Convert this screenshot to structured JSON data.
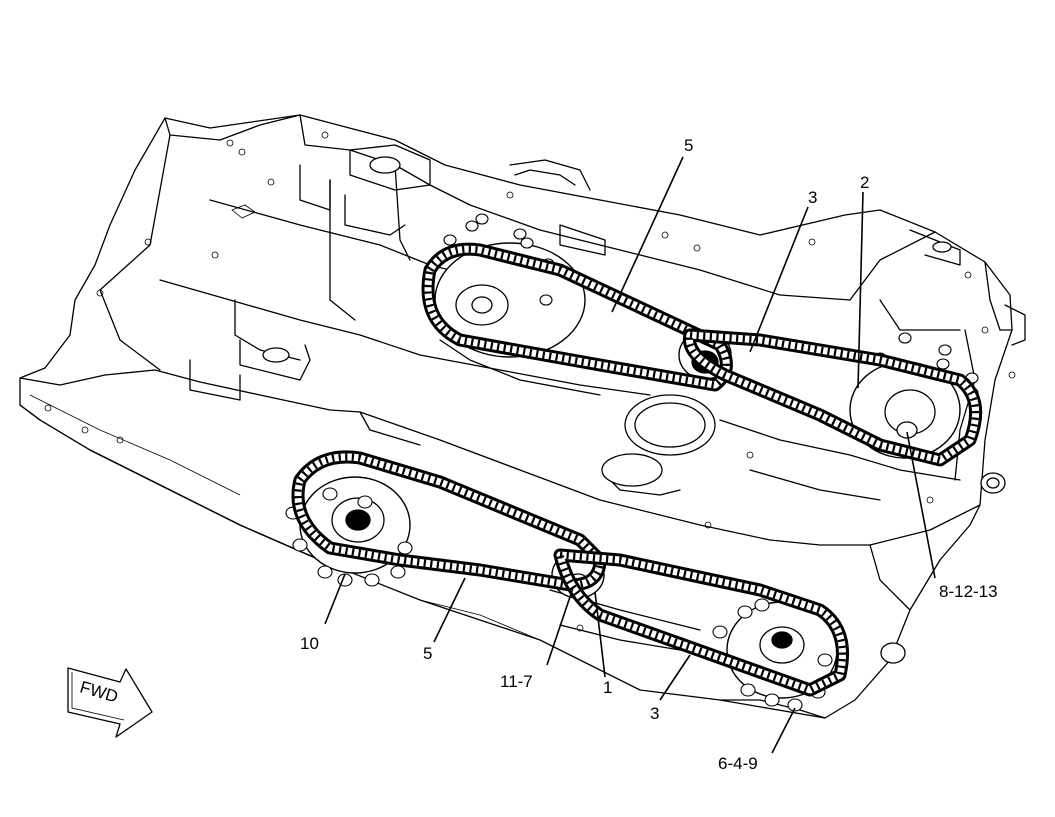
{
  "callouts": {
    "c5_top": "5",
    "c3_top": "3",
    "c2": "2",
    "c8_12_13": "8-12-13",
    "c10": "10",
    "c5_bottom": "5",
    "c11_7": "11-7",
    "c1": "1",
    "c3_bottom": "3",
    "c6_4_9": "6-4-9"
  },
  "fwd_label": "FWD",
  "colors": {
    "line": "#000000",
    "background": "#ffffff"
  }
}
